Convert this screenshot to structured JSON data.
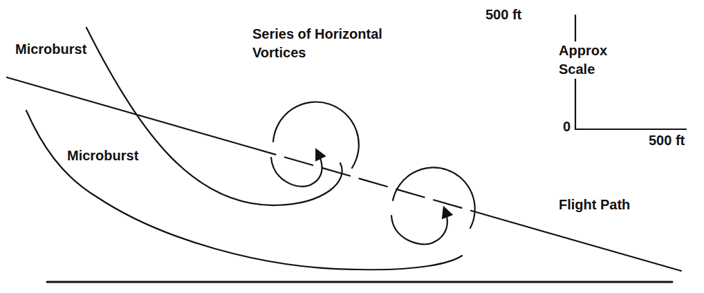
{
  "diagram": {
    "labels": [
      "Microburst",
      "Series of Horizontal Vortices",
      "Microburst",
      "Flight Path",
      "500 ft",
      "Approx Scale",
      "0",
      "500 ft"
    ]
  }
}
